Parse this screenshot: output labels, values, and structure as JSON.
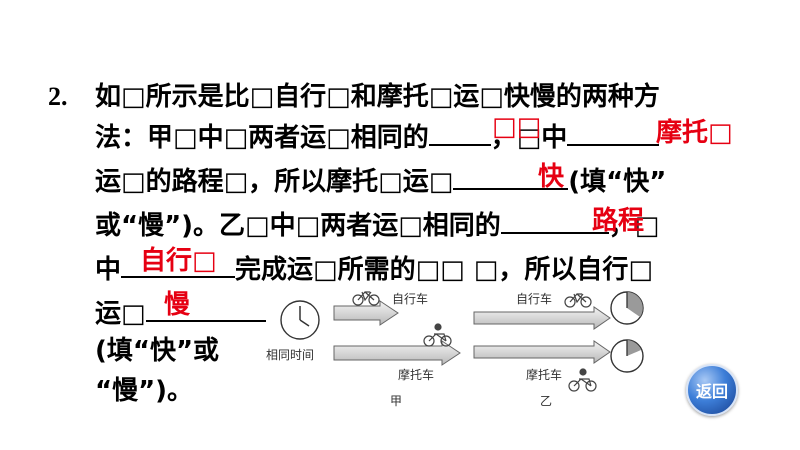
{
  "question": {
    "number": "2.",
    "line1": "如□所示是比□自行□和摩托□运□快慢的两种方",
    "line2_a": "法：甲□中□两者运□相同的",
    "line2_b": "，□中",
    "line3_a": "运□的路程□，所以摩托□运□",
    "line3_b": "(填“快”",
    "line4_a": "或“慢”)。乙□中□两者运□相同的",
    "line4_b": "，□",
    "line5_a": "中",
    "line5_b": "完成运□所需的□□ □，所以自行□",
    "line6_a": "运□",
    "line7": "(填“快”或",
    "line8": "“慢”)。"
  },
  "answers": {
    "a1": "□□",
    "a2": "摩托□",
    "a3": "快",
    "a4": "路程",
    "a5": "自行□",
    "a6": "慢"
  },
  "diagram": {
    "left_bike_label": "自行车",
    "left_moto_label": "摩托车",
    "same_time_label": "相同时间",
    "left_caption": "甲",
    "right_bike_label": "自行车",
    "right_moto_label": "摩托车",
    "right_caption": "乙"
  },
  "nav": {
    "back_label": "返回"
  }
}
